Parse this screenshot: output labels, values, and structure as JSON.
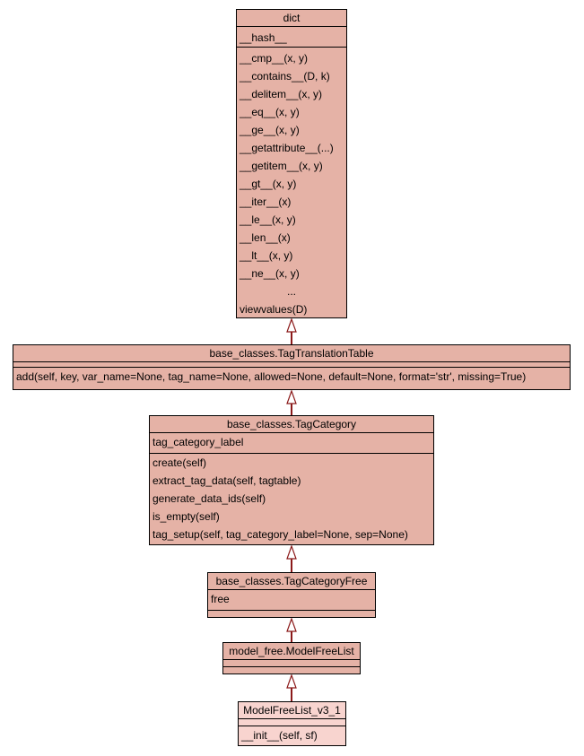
{
  "classes": {
    "dict": {
      "name": "dict",
      "attributes": [
        "__hash__"
      ],
      "operations": [
        "__cmp__(x, y)",
        "__contains__(D, k)",
        "__delitem__(x, y)",
        "__eq__(x, y)",
        "__ge__(x, y)",
        "__getattribute__(...)",
        "__getitem__(x, y)",
        "__gt__(x, y)",
        "__iter__(x)",
        "__le__(x, y)",
        "__len__(x)",
        "__lt__(x, y)",
        "__ne__(x, y)",
        "...",
        "viewvalues(D)"
      ]
    },
    "tag_translation_table": {
      "name": "base_classes.TagTranslationTable",
      "attributes": [],
      "operations": [
        "add(self, key, var_name=None, tag_name=None, allowed=None, default=None, format='str', missing=True)"
      ]
    },
    "tag_category": {
      "name": "base_classes.TagCategory",
      "attributes": [
        "tag_category_label"
      ],
      "operations": [
        "create(self)",
        "extract_tag_data(self, tagtable)",
        "generate_data_ids(self)",
        "is_empty(self)",
        "tag_setup(self, tag_category_label=None, sep=None)"
      ]
    },
    "tag_category_free": {
      "name": "base_classes.TagCategoryFree",
      "attributes": [
        "free"
      ],
      "operations": []
    },
    "model_free_list": {
      "name": "model_free.ModelFreeList",
      "attributes": [],
      "operations": []
    },
    "model_free_list_v3_1": {
      "name": "ModelFreeList_v3_1",
      "attributes": [],
      "operations": [
        "__init__(self, sf)"
      ]
    }
  },
  "colors": {
    "class_fill": "#e5b2a6",
    "leaf_fill": "#f8d4cf",
    "edge": "#8b1a1a"
  }
}
